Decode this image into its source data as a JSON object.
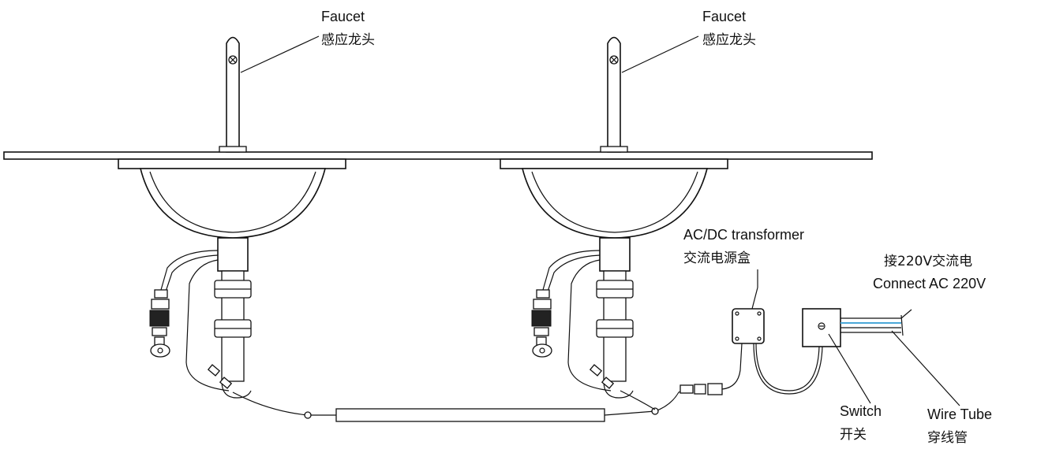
{
  "labels": {
    "faucet_left_en": "Faucet",
    "faucet_left_cn": "感应龙头",
    "faucet_right_en": "Faucet",
    "faucet_right_cn": "感应龙头",
    "transformer_en": "AC/DC transformer",
    "transformer_cn": "交流电源盒",
    "ac_cn": "接220V交流电",
    "ac_en": "Connect AC 220V",
    "switch_en": "Switch",
    "switch_cn": "开关",
    "wiretube_en": "Wire Tube",
    "wiretube_cn": "穿线管"
  },
  "colors": {
    "line": "#111111",
    "background": "#ffffff",
    "wire_blue": "#4aa8d8"
  }
}
